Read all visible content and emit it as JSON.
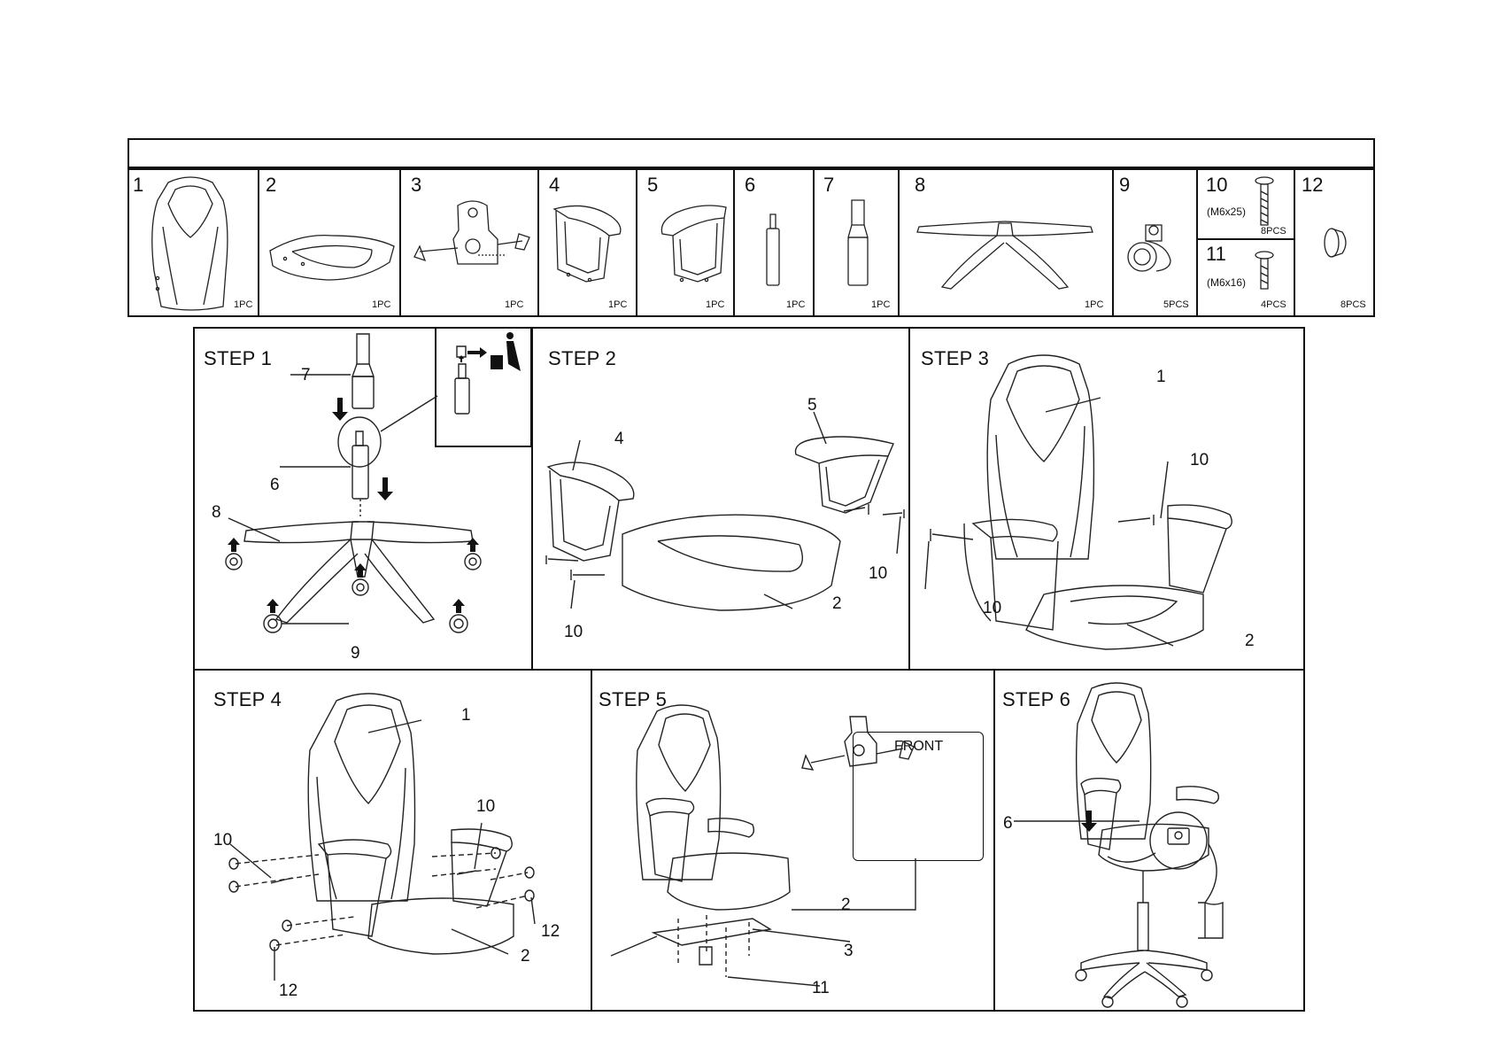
{
  "parts": [
    {
      "num": "1",
      "qty": "1PC"
    },
    {
      "num": "2",
      "qty": "1PC"
    },
    {
      "num": "3",
      "qty": "1PC"
    },
    {
      "num": "4",
      "qty": "1PC"
    },
    {
      "num": "5",
      "qty": "1PC"
    },
    {
      "num": "6",
      "qty": "1PC"
    },
    {
      "num": "7",
      "qty": "1PC"
    },
    {
      "num": "8",
      "qty": "1PC"
    },
    {
      "num": "9",
      "qty": "5PCS"
    },
    {
      "num": "10",
      "size": "(M6x25)",
      "qty": "8PCS"
    },
    {
      "num": "11",
      "size": "(M6x16)",
      "qty": "4PCS"
    },
    {
      "num": "12",
      "qty": "8PCS"
    }
  ],
  "steps": [
    {
      "label": "STEP 1",
      "callouts": [
        "7",
        "6",
        "8",
        "9"
      ]
    },
    {
      "label": "STEP 2",
      "callouts": [
        "5",
        "4",
        "10",
        "2",
        "10"
      ]
    },
    {
      "label": "STEP 3",
      "callouts": [
        "1",
        "10",
        "10",
        "2"
      ]
    },
    {
      "label": "STEP 4",
      "callouts": [
        "1",
        "10",
        "10",
        "12",
        "2",
        "12"
      ]
    },
    {
      "label": "STEP 5",
      "callouts": [
        "FRONT",
        "2",
        "3",
        "11"
      ]
    },
    {
      "label": "STEP 6",
      "callouts": [
        "6"
      ]
    }
  ]
}
